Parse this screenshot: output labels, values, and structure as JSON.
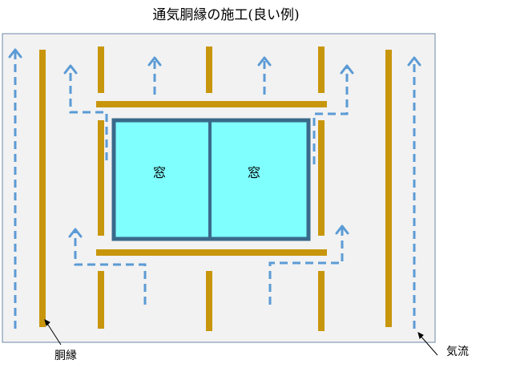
{
  "title": "通気胴縁の施工(良い例)",
  "window_labels": [
    "窓",
    "窓"
  ],
  "callouts": {
    "furring": "胴縁",
    "airflow": "気流"
  },
  "colors": {
    "panel_bg": "#f2f2f2",
    "panel_border": "#6d86a8",
    "furring": "#c8960c",
    "airflow": "#5b9bd5",
    "window_fill": "#80ffff",
    "window_frame": "#3a6a8a"
  }
}
